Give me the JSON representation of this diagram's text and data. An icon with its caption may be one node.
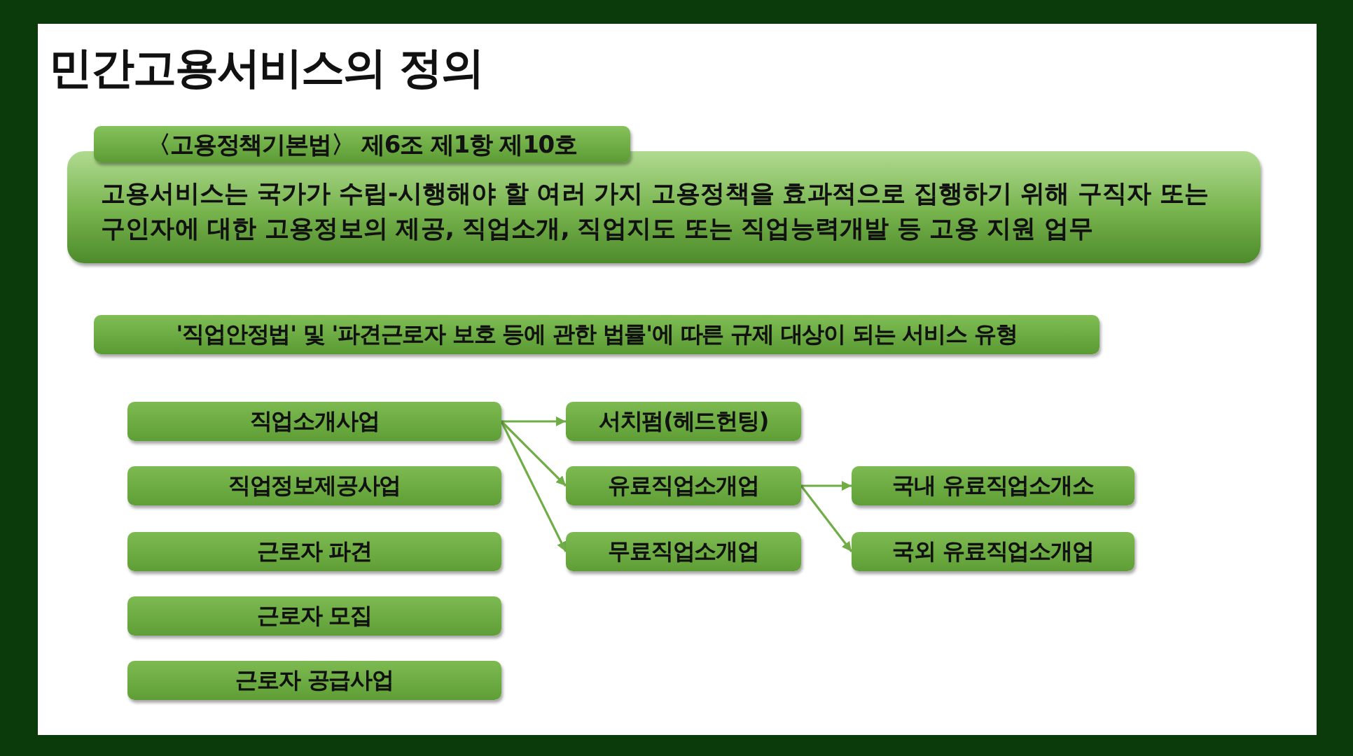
{
  "diagram": {
    "title": "민간고용서비스의 정의",
    "nodes": [
      {
        "text": [
          "〈고용정책기본법〉 제6조 제1항 제10호"
        ]
      },
      {
        "text": [
          "고용서비스는 국가가 수립-시행해야 할 여러 가지 고용정책을 효과적으로 집행하기 위해 구직자 또는 구인자에 대한 고용정보의 제공, 직업소개, 직업지도 또는 직업능력개발 등 고용 지원 업무"
        ]
      },
      {
        "text": [
          "'직업안정법' 및 '파견근로자 보호 등에 관한 법률'에 따른 규제 대상이 되는 서비스 유형"
        ]
      },
      {
        "text": [
          "직업소개사업"
        ]
      },
      {
        "text": [
          "직업정보제공사업"
        ]
      },
      {
        "text": [
          "근로자 파견"
        ]
      },
      {
        "text": [
          "근로자 모집"
        ]
      },
      {
        "text": [
          "근로자 공급사업"
        ]
      },
      {
        "text": [
          "서치펌(헤드헌팅)"
        ]
      },
      {
        "text": [
          "유료직업소개업"
        ]
      },
      {
        "text": [
          "무료직업소개업"
        ]
      },
      {
        "text": [
          "국내 유료직업소개소"
        ]
      },
      {
        "text": [
          "국외 유료직업소개업"
        ]
      }
    ],
    "edges": [
      {
        "from": 3,
        "to": 8,
        "arrow": "to"
      },
      {
        "from": 3,
        "to": 9,
        "arrow": "to"
      },
      {
        "from": 3,
        "to": 10,
        "arrow": "to"
      },
      {
        "from": 9,
        "to": 11,
        "arrow": "to"
      },
      {
        "from": 9,
        "to": 12,
        "arrow": "to"
      }
    ]
  }
}
